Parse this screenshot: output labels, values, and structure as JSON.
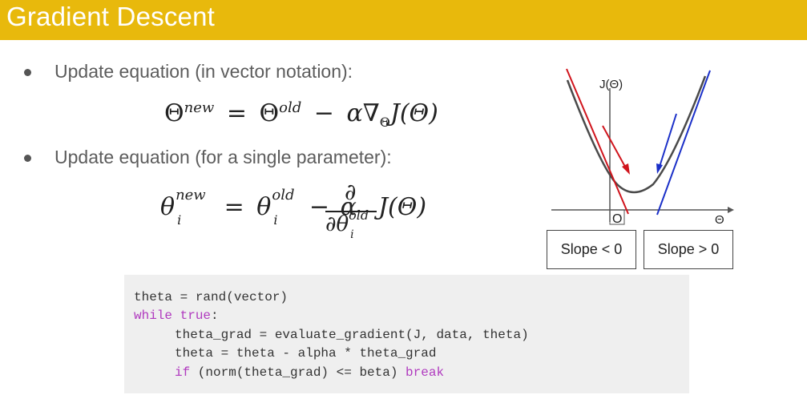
{
  "title": "Gradient Descent",
  "bullets": [
    "Update equation (in vector notation):",
    "Update equation (for a single parameter):"
  ],
  "eq1": {
    "lhs": "Θ",
    "lhs_sup": "new",
    "eq": "=",
    "rhs1": "Θ",
    "rhs1_sup": "old",
    "minus": "−",
    "alpha": "α",
    "nabla": "∇",
    "nabla_sub": "Θ",
    "J": "J(Θ)"
  },
  "eq2": {
    "lhs": "θ",
    "lhs_sup": "new",
    "lhs_sub": "i",
    "eq": "=",
    "rhs1": "θ",
    "rhs1_sup": "old",
    "rhs1_sub": "i",
    "minus": "−",
    "alpha": "α",
    "num": "∂",
    "den": "∂θ",
    "den_sup": "old",
    "den_sub": "i",
    "J": "J(Θ)"
  },
  "code": {
    "line1": "theta = rand(vector)",
    "kw_while": "while true",
    "colon": ":",
    "line3": "theta_grad = evaluate_gradient(J, data, theta)",
    "line4": "theta = theta - alpha * theta_grad",
    "kw_if": "if",
    "line5_mid": " (norm(theta_grad) <= beta) ",
    "kw_break": "break"
  },
  "graph": {
    "y_label": "J(Θ)",
    "origin_label": "O",
    "x_label": "Θ",
    "slope_neg": "Slope < 0",
    "slope_pos": "Slope > 0",
    "colors": {
      "left_arrow": "#d0141c",
      "right_arrow": "#1a2fc8",
      "curve": "#4a4a4a",
      "axis": "#555555"
    }
  }
}
